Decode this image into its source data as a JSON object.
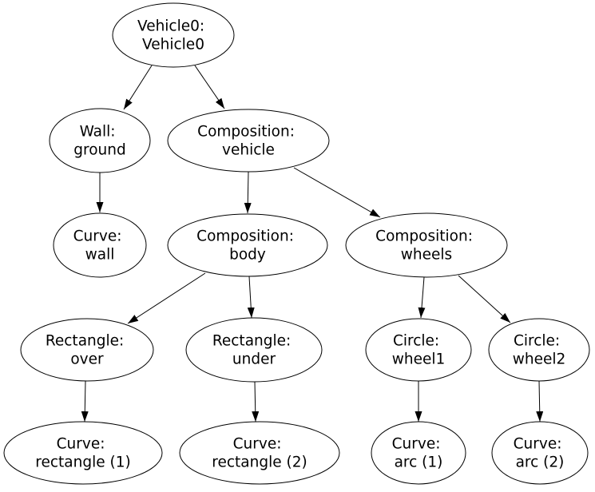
{
  "diagram": {
    "type": "tree-graph",
    "background_color": "#ffffff",
    "node_fill_color": "#ffffff",
    "node_stroke_color": "#000000",
    "edge_color": "#000000",
    "text_color": "#000000",
    "nodes": [
      {
        "id": "vehicle0",
        "line1": "Vehicle0:",
        "line2": "Vehicle0"
      },
      {
        "id": "wall-ground",
        "line1": "Wall:",
        "line2": "ground"
      },
      {
        "id": "composition-vehicle",
        "line1": "Composition:",
        "line2": "vehicle"
      },
      {
        "id": "curve-wall",
        "line1": "Curve:",
        "line2": "wall"
      },
      {
        "id": "composition-body",
        "line1": "Composition:",
        "line2": "body"
      },
      {
        "id": "composition-wheels",
        "line1": "Composition:",
        "line2": "wheels"
      },
      {
        "id": "rectangle-over",
        "line1": "Rectangle:",
        "line2": "over"
      },
      {
        "id": "rectangle-under",
        "line1": "Rectangle:",
        "line2": "under"
      },
      {
        "id": "circle-wheel1",
        "line1": "Circle:",
        "line2": "wheel1"
      },
      {
        "id": "circle-wheel2",
        "line1": "Circle:",
        "line2": "wheel2"
      },
      {
        "id": "curve-rectangle-1",
        "line1": "Curve:",
        "line2": "rectangle (1)"
      },
      {
        "id": "curve-rectangle-2",
        "line1": "Curve:",
        "line2": "rectangle (2)"
      },
      {
        "id": "curve-arc-1",
        "line1": "Curve:",
        "line2": "arc (1)"
      },
      {
        "id": "curve-arc-2",
        "line1": "Curve:",
        "line2": "arc (2)"
      }
    ],
    "edges": [
      {
        "from": "vehicle0",
        "to": "wall-ground"
      },
      {
        "from": "vehicle0",
        "to": "composition-vehicle"
      },
      {
        "from": "wall-ground",
        "to": "curve-wall"
      },
      {
        "from": "composition-vehicle",
        "to": "composition-body"
      },
      {
        "from": "composition-vehicle",
        "to": "composition-wheels"
      },
      {
        "from": "composition-body",
        "to": "rectangle-over"
      },
      {
        "from": "composition-body",
        "to": "rectangle-under"
      },
      {
        "from": "composition-wheels",
        "to": "circle-wheel1"
      },
      {
        "from": "composition-wheels",
        "to": "circle-wheel2"
      },
      {
        "from": "rectangle-over",
        "to": "curve-rectangle-1"
      },
      {
        "from": "rectangle-under",
        "to": "curve-rectangle-2"
      },
      {
        "from": "circle-wheel1",
        "to": "curve-arc-1"
      },
      {
        "from": "circle-wheel2",
        "to": "curve-arc-2"
      }
    ]
  }
}
